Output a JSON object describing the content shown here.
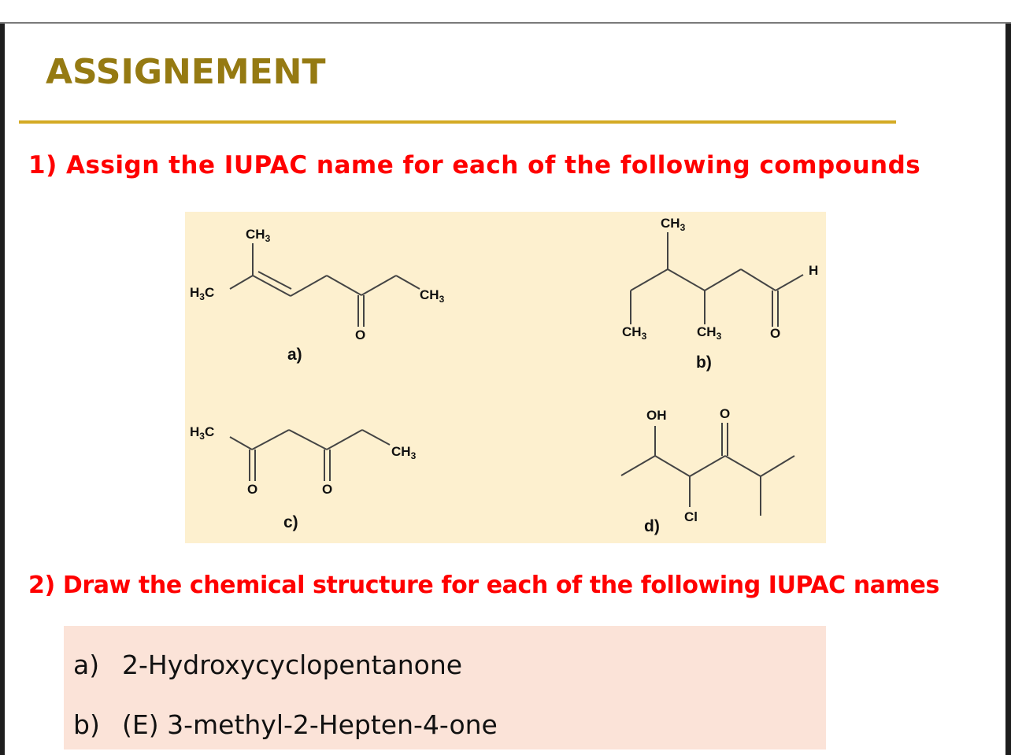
{
  "page": {
    "title": "ASSIGNEMENT",
    "colors": {
      "title": "#957a12",
      "rule": "#d4aa24",
      "question": "#ff0000",
      "structure_panel_bg": "#fdf0cf",
      "names_panel_bg": "#fbe3d8"
    }
  },
  "question1": {
    "text": "1) Assign the IUPAC name for each of the following compounds",
    "structures": [
      {
        "label": "a)",
        "groups": [
          "CH3",
          "H3C",
          "CH3",
          "O"
        ]
      },
      {
        "label": "b)",
        "groups": [
          "CH3",
          "H",
          "CH3",
          "CH3",
          "O"
        ]
      },
      {
        "label": "c)",
        "groups": [
          "H3C",
          "CH3",
          "O",
          "O"
        ]
      },
      {
        "label": "d)",
        "groups": [
          "OH",
          "O",
          "Cl"
        ]
      }
    ]
  },
  "question2": {
    "text": "2) Draw the chemical structure for each of the following IUPAC names",
    "items": [
      {
        "label": "a)",
        "name": "2-Hydroxycyclopentanone"
      },
      {
        "label": "b)",
        "name": "(E) 3-methyl-2-Hepten-4-one"
      }
    ]
  }
}
